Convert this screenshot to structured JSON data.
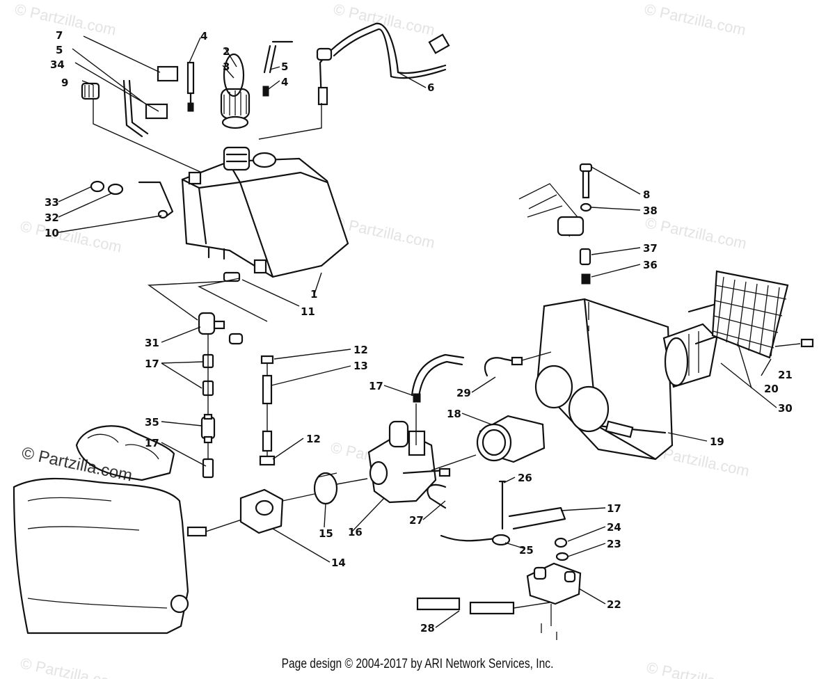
{
  "watermark": "© Partzilla.com",
  "callouts": [
    "7",
    "5",
    "34",
    "9",
    "4",
    "2",
    "3",
    "5",
    "4",
    "6",
    "33",
    "32",
    "10",
    "1",
    "11",
    "8",
    "38",
    "37",
    "36",
    "31",
    "17",
    "12",
    "13",
    "17",
    "29",
    "21",
    "20",
    "30",
    "35",
    "17",
    "12",
    "18",
    "19",
    "26",
    "17",
    "24",
    "23",
    "27",
    "25",
    "16",
    "15",
    "14",
    "22",
    "28"
  ],
  "footer": "Page design © 2004-2017 by ARI Network Services, Inc."
}
